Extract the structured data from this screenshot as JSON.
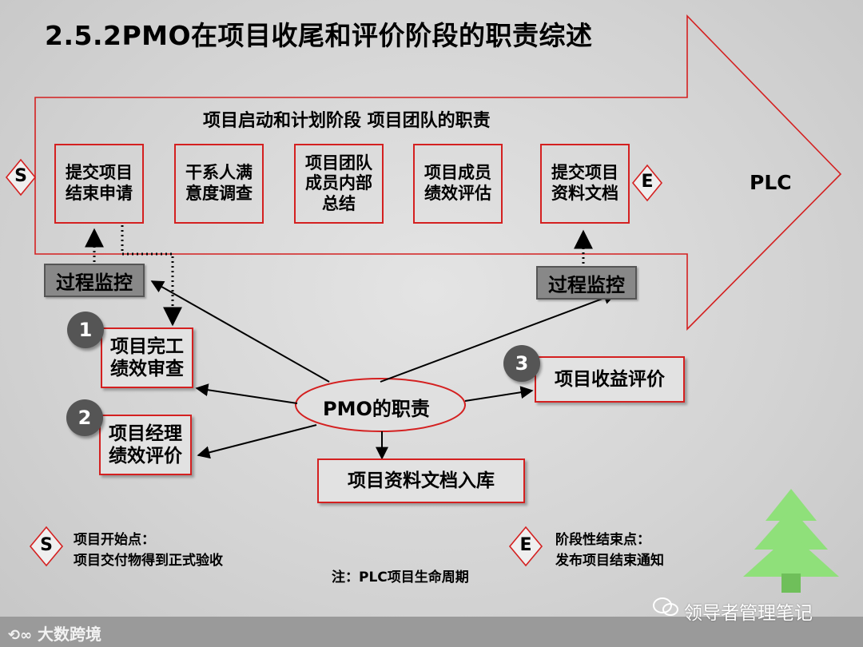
{
  "title": "2.5.2PMO在项目收尾和评价阶段的职责综述",
  "banner": "项目启动和计划阶段  项目团队的职责",
  "plc_label": "PLC",
  "start_marker": "S",
  "end_marker": "E",
  "phase_boxes": [
    {
      "text": "提交项目\n结束申请"
    },
    {
      "text": "干系人满\n意度调查"
    },
    {
      "text": "项目团队\n成员内部\n总结"
    },
    {
      "text": "项目成员\n绩效评估"
    },
    {
      "text": "提交项目\n资料文档"
    }
  ],
  "monitor_left": "过程监控",
  "monitor_right": "过程监控",
  "center": "PMO的职责",
  "responsibilities": [
    {
      "number": "1",
      "text": "项目完工\n绩效审查"
    },
    {
      "number": "2",
      "text": "项目经理\n绩效评价"
    },
    {
      "number": "3",
      "text": "项目收益评价"
    },
    {
      "number": "",
      "text": "项目资料文档入库"
    }
  ],
  "legend_start": {
    "marker": "S",
    "text": "项目开始点：\n项目交付物得到正式验收"
  },
  "legend_end": {
    "marker": "E",
    "text": "阶段性结束点：\n发布项目结束通知"
  },
  "note": "注：PLC项目生命周期",
  "watermark": "领导者管理笔记",
  "footer_logo": "大数跨境",
  "colors": {
    "accent_red": "#d42020",
    "tree_green": "#8fe07a",
    "monitor_gray": "#888888"
  },
  "icons": [
    "tree-icon",
    "wechat-icon",
    "logo-icon"
  ]
}
